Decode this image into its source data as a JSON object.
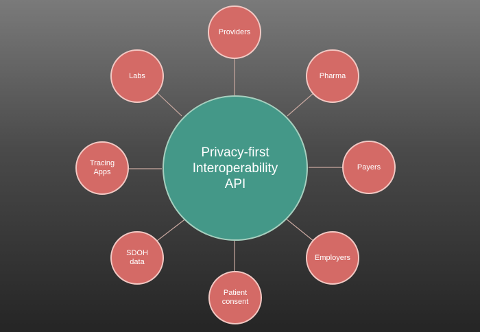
{
  "hub": {
    "label": "Privacy-first\nInteroperability\nAPI"
  },
  "nodes": [
    {
      "id": "providers",
      "label": "Providers"
    },
    {
      "id": "pharma",
      "label": "Pharma"
    },
    {
      "id": "payers",
      "label": "Payers"
    },
    {
      "id": "employers",
      "label": "Employers"
    },
    {
      "id": "patient-consent",
      "label": "Patient\nconsent"
    },
    {
      "id": "sdoh-data",
      "label": "SDOH\ndata"
    },
    {
      "id": "tracing-apps",
      "label": "Tracing\nApps"
    },
    {
      "id": "labs",
      "label": "Labs"
    }
  ],
  "colors": {
    "hub_fill": "#449888",
    "hub_stroke": "#a7cfbf",
    "node_fill": "#d46a66",
    "node_stroke": "#f2c9c4",
    "connector": "#c9a8a0"
  }
}
